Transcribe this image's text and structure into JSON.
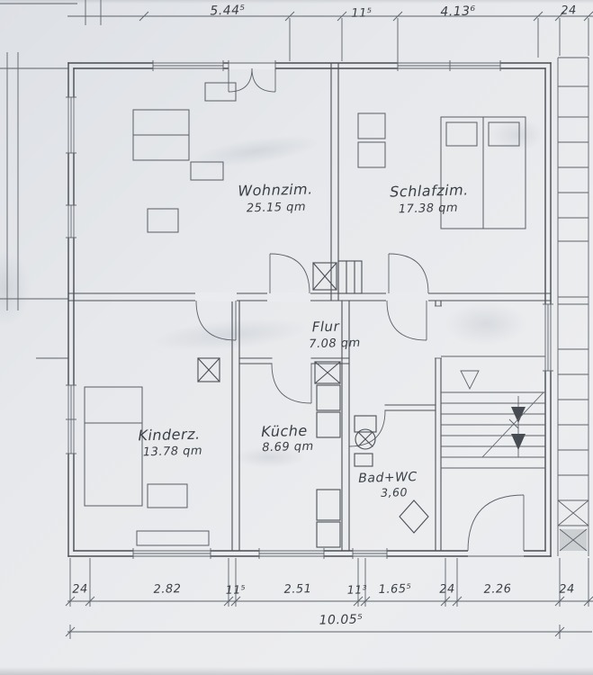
{
  "document": {
    "type": "scanned-floor-plan"
  },
  "rooms": [
    {
      "name": "Wohnzim.",
      "area": "25.15 qm"
    },
    {
      "name": "Schlafzim.",
      "area": "17.38 qm"
    },
    {
      "name": "Flur",
      "area": "7.08 qm"
    },
    {
      "name": "Kinderz.",
      "area": "13.78 qm"
    },
    {
      "name": "Küche",
      "area": "8.69 qm"
    },
    {
      "name": "Bad+WC",
      "area": "3,60"
    }
  ],
  "dimensions": {
    "top": [
      "5.44⁵",
      "11⁵",
      "4.13⁶",
      "24"
    ],
    "bottom": [
      "24",
      "2.82",
      "11⁵",
      "2.51",
      "11³",
      "1.65⁵",
      "24",
      "2.26",
      "24"
    ],
    "total": "10.05⁵"
  },
  "colors": {
    "paper": "#e8eaed",
    "ink": "#474c53"
  }
}
